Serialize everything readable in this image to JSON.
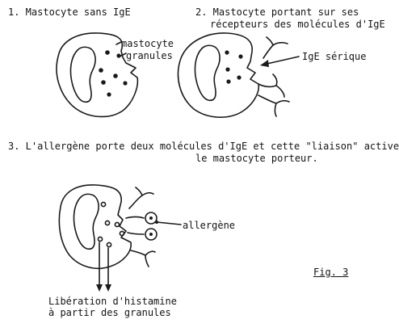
{
  "panels": [
    {
      "title": "1. Mastocyte sans IgE",
      "labels": {
        "mastocyte": "mastocyte",
        "granules": "granules"
      }
    },
    {
      "title_line1": "2. Mastocyte portant sur ses",
      "title_line2": "récepteurs des molécules d'IgE",
      "labels": {
        "ige": "IgE sérique"
      }
    },
    {
      "title_line1": "3. L'allergène porte deux molécules d'IgE et cette \"liaison\" active",
      "title_line2": "le mastocyte porteur.",
      "labels": {
        "allergene": "allergène",
        "liberation_line1": "Libération d'histamine",
        "liberation_line2": "à partir des granules"
      }
    }
  ],
  "figure_label": "Fig. 3"
}
